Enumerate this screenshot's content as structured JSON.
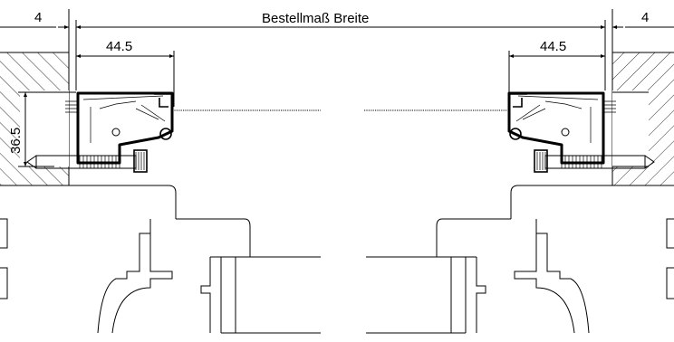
{
  "dimensions": {
    "top_left_gap": "4",
    "top_right_gap": "4",
    "order_width": "Bestellmaß Breite",
    "left_depth": "44.5",
    "right_depth": "44.5",
    "left_height": "36.5"
  }
}
